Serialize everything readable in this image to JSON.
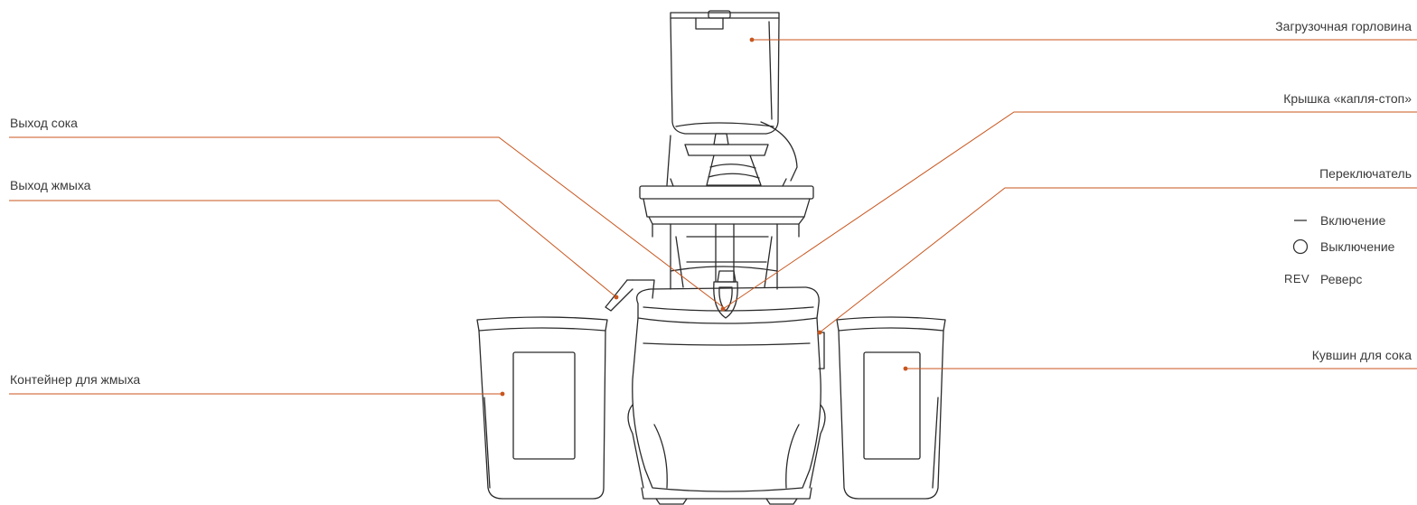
{
  "callouts": {
    "feed_chute": "Загрузочная горловина",
    "drip_stop_cap": "Крышка «капля-стоп»",
    "juice_outlet": "Выход сока",
    "pulp_outlet": "Выход жмыха",
    "switch": "Переключатель",
    "pulp_container": "Контейнер для жмыха",
    "juice_jug": "Кувшин для сока"
  },
  "switch_legend": {
    "on_label": "Включение",
    "off_label": "Выключение",
    "rev_symbol": "REV",
    "rev_label": "Реверс"
  },
  "colors": {
    "leader_line": "#c8561e",
    "outline": "#2a2a2a",
    "text": "#3a3a3a"
  }
}
